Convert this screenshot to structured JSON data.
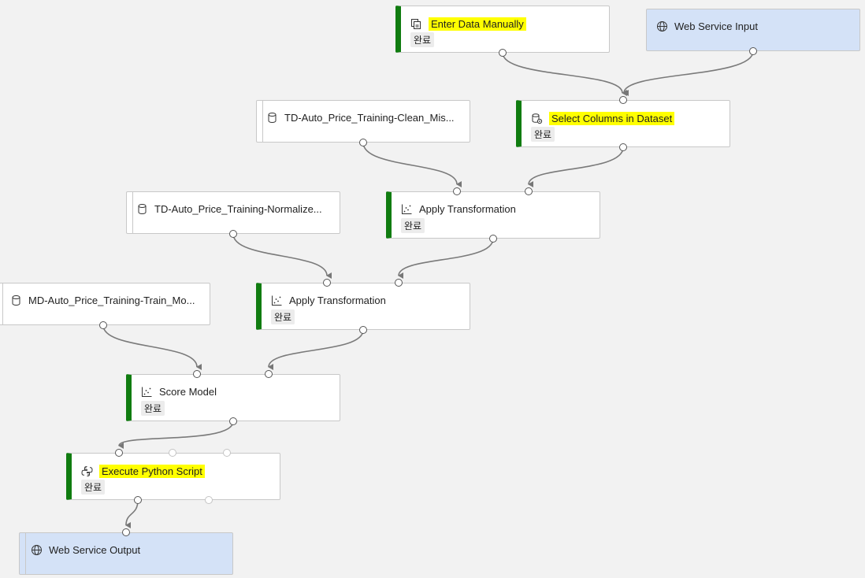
{
  "status_label": "완료",
  "nodes": {
    "enter_data": {
      "title": "Enter Data Manually",
      "icon": "enter-data-icon"
    },
    "web_service_input": {
      "title": "Web Service Input",
      "icon": "globe-icon"
    },
    "td_clean": {
      "title": "TD-Auto_Price_Training-Clean_Mis...",
      "icon": "dataset-icon"
    },
    "select_columns": {
      "title": "Select Columns in Dataset",
      "icon": "select-columns-icon"
    },
    "td_normalize": {
      "title": "TD-Auto_Price_Training-Normalize...",
      "icon": "dataset-icon"
    },
    "apply_transform_1": {
      "title": "Apply Transformation",
      "icon": "transform-icon"
    },
    "md_train": {
      "title": "MD-Auto_Price_Training-Train_Mo...",
      "icon": "dataset-icon"
    },
    "apply_transform_2": {
      "title": "Apply Transformation",
      "icon": "transform-icon"
    },
    "score_model": {
      "title": "Score Model",
      "icon": "score-icon"
    },
    "execute_python": {
      "title": "Execute Python Script",
      "icon": "python-icon"
    },
    "web_service_output": {
      "title": "Web Service Output",
      "icon": "globe-icon"
    }
  },
  "colors": {
    "done_accent": "#107c10",
    "highlight": "#ffff00",
    "web_service_fill": "#d4e2f7",
    "canvas": "#f2f2f2"
  }
}
